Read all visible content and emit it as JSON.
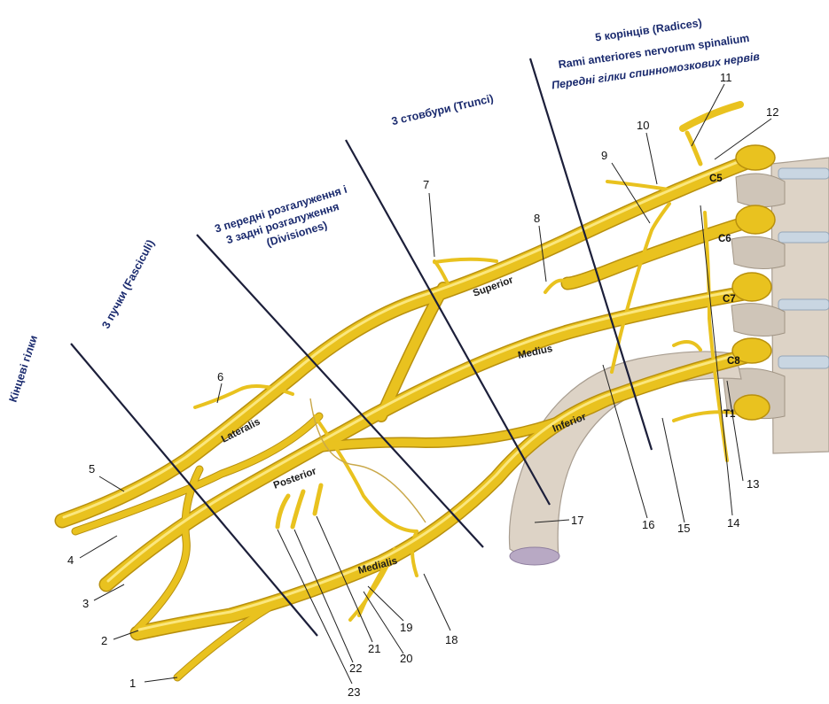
{
  "headers": {
    "terminal": "Кінцеві гілки",
    "fasciculi": "3 пучки (Fasciculi)",
    "divisions_1": "3 передні розгалуження і",
    "divisions_2": "3 задні розгалуження",
    "divisions_3": "(Divisiones)",
    "trunci": "3 стовбури (Trunci)",
    "radices_1": "5 корінців (Radices)",
    "radices_2": "Rami anteriores nervorum spinalium",
    "radices_3": "Передні гілки спинномозкових нервів"
  },
  "nerve_labels": {
    "superior": "Superior",
    "medius": "Medius",
    "inferior": "Inferior",
    "lateralis": "Lateralis",
    "posterior": "Posterior",
    "medialis": "Medialis"
  },
  "roots": {
    "c5": "C5",
    "c6": "C6",
    "c7": "C7",
    "c8": "C8",
    "t1": "T1"
  },
  "numbers": {
    "n1": "1",
    "n2": "2",
    "n3": "3",
    "n4": "4",
    "n5": "5",
    "n6": "6",
    "n7": "7",
    "n8": "8",
    "n9": "9",
    "n10": "10",
    "n11": "11",
    "n12": "12",
    "n13": "13",
    "n14": "14",
    "n15": "15",
    "n16": "16",
    "n17": "17",
    "n18": "18",
    "n19": "19",
    "n20": "20",
    "n21": "21",
    "n22": "22",
    "n23": "23"
  },
  "colors": {
    "nerve": "#e9c21f",
    "divider": "#1c1f3a",
    "header_text": "#1a2a6e",
    "bone": "#ddd3c6"
  }
}
